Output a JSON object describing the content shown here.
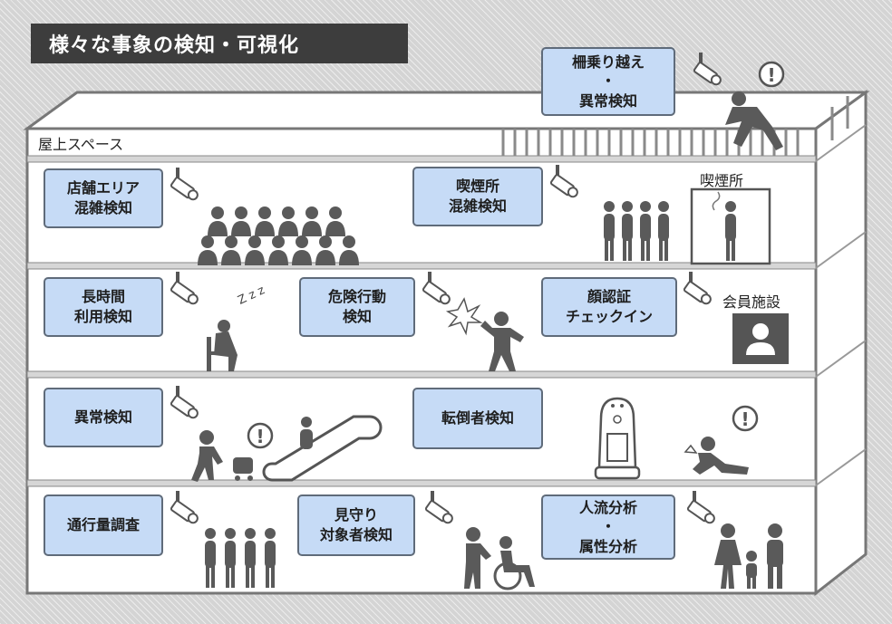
{
  "title": "様々な事象の検知・可視化",
  "rooftop": {
    "label": "屋上スペース",
    "fence_box": [
      "柵乗り越え",
      "・",
      "異常検知"
    ]
  },
  "floors": [
    {
      "boxes": [
        {
          "lines": [
            "店舗エリア",
            "混雑検知"
          ]
        },
        {
          "lines": [
            "喫煙所",
            "混雑検知"
          ]
        }
      ],
      "text": "喫煙所"
    },
    {
      "boxes": [
        {
          "lines": [
            "長時間",
            "利用検知"
          ]
        },
        {
          "lines": [
            "危険行動",
            "検知"
          ]
        },
        {
          "lines": [
            "顔認証",
            "チェックイン"
          ]
        }
      ],
      "text": "会員施設",
      "sleep_mark": "Z z z"
    },
    {
      "boxes": [
        {
          "lines": [
            "異常検知"
          ]
        },
        {
          "lines": [
            "転倒者検知"
          ]
        }
      ]
    },
    {
      "boxes": [
        {
          "lines": [
            "通行量調査"
          ]
        },
        {
          "lines": [
            "見守り",
            "対象者検知"
          ]
        },
        {
          "lines": [
            "人流分析",
            "・",
            "属性分析"
          ]
        }
      ]
    }
  ],
  "alert_mark": "!",
  "colors": {
    "box_fill": "#c6dbf6",
    "figure": "#5a5a5a",
    "title_bg": "#3d3d3d"
  }
}
